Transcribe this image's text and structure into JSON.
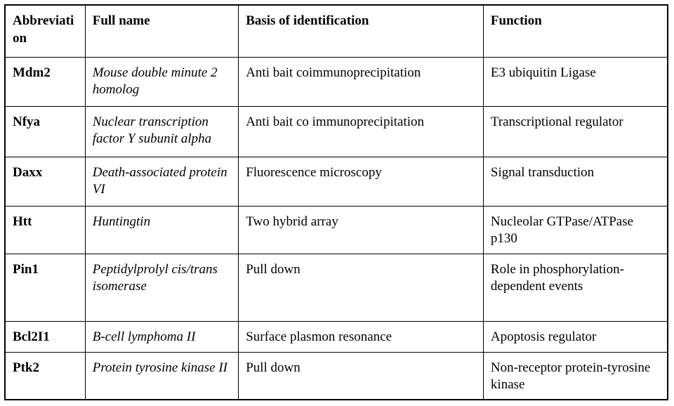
{
  "table": {
    "headers": [
      "Abbreviation",
      "Full name",
      "Basis of identification",
      "Function"
    ],
    "rows": [
      {
        "abbr": "Mdm2",
        "full_name": "Mouse double minute 2 homolog",
        "basis": "Anti bait coimmunoprecipitation",
        "function": "E3 ubiquitin Ligase"
      },
      {
        "abbr": "Nfya",
        "full_name": "Nuclear transcription factor Y subunit alpha",
        "basis": "Anti bait co immunoprecipitation",
        "function": "Transcriptional regulator"
      },
      {
        "abbr": "Daxx",
        "full_name": "Death-associated protein VI",
        "basis": "Fluorescence microscopy",
        "function": "Signal transduction"
      },
      {
        "abbr": "Htt",
        "full_name": "Huntingtin",
        "basis": "Two hybrid array",
        "function": "Nucleolar GTPase/ATPase p130"
      },
      {
        "abbr": "Pin1",
        "full_name": "Peptidylprolyl cis/trans isomerase",
        "basis": "Pull down",
        "function": "Role in phosphorylation-dependent events"
      },
      {
        "abbr": "Bcl2I1",
        "full_name": "B-cell lymphoma II",
        "basis": "Surface plasmon resonance",
        "function": "Apoptosis regulator"
      },
      {
        "abbr": "Ptk2",
        "full_name": "Protein tyrosine kinase II",
        "basis": "Pull down",
        "function": "Non-receptor protein-tyrosine kinase"
      }
    ]
  }
}
